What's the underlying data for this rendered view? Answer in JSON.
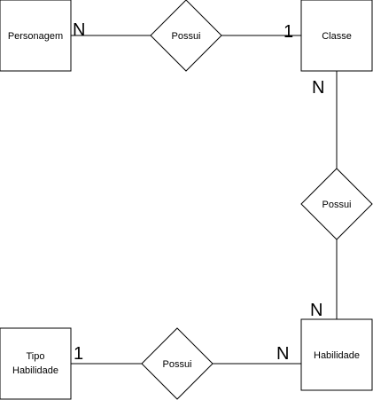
{
  "entities": {
    "personagem": "Personagem",
    "classe": "Classe",
    "habilidade": "Habilidade",
    "tipo_habilidade_line1": "Tipo",
    "tipo_habilidade_line2": "Habilidade"
  },
  "relationships": {
    "top": "Possui",
    "right": "Possui",
    "bottom": "Possui"
  },
  "cardinalities": {
    "personagem_side": "N",
    "classe_left_side": "1",
    "classe_bottom_side": "N",
    "habilidade_top_side": "N",
    "tipo_habilidade_side": "1",
    "habilidade_left_side": "N"
  }
}
